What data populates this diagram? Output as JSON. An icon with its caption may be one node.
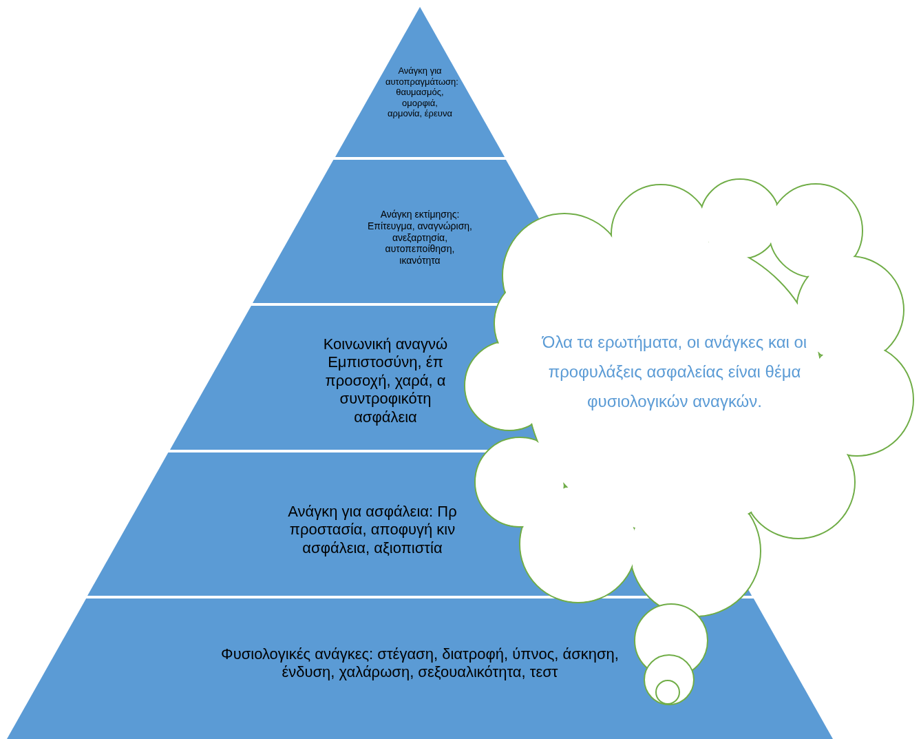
{
  "diagram": {
    "nodes": [
      {
        "text": [
          "Ανάγκη για αυτοπραγμάτωση: θαυμασμός, ομορφιά, αρμονία, έρευνα"
        ]
      },
      {
        "text": [
          "Ανάγκη εκτίμησης: Επίτευγμα, αναγνώριση, ανεξαρτησία, αυτοπεποίθηση, ικανότητα"
        ]
      },
      {
        "text": [
          "Κοινωνική αναγνώ Εμπιστοσύνη, έπ προσοχή, χαρά, α συντροφικότη ασφάλεια"
        ]
      },
      {
        "text": [
          "Ανάγκη για ασφάλεια: Πρ προστασία, αποφυγή κιν ασφάλεια, αξιοπιστία"
        ]
      },
      {
        "text": [
          "Φυσιολογικές ανάγκες: στέγαση, διατροφή, ύπνος, άσκηση, ένδυση, χαλάρωση, σεξουαλικότητα, τεστ"
        ]
      },
      {
        "text": [
          "Όλα τα ερωτήματα, οι ανάγκες και οι προφυλάξεις ασφαλείας είναι θέμα φυσιολογικών αναγκών."
        ]
      }
    ]
  }
}
